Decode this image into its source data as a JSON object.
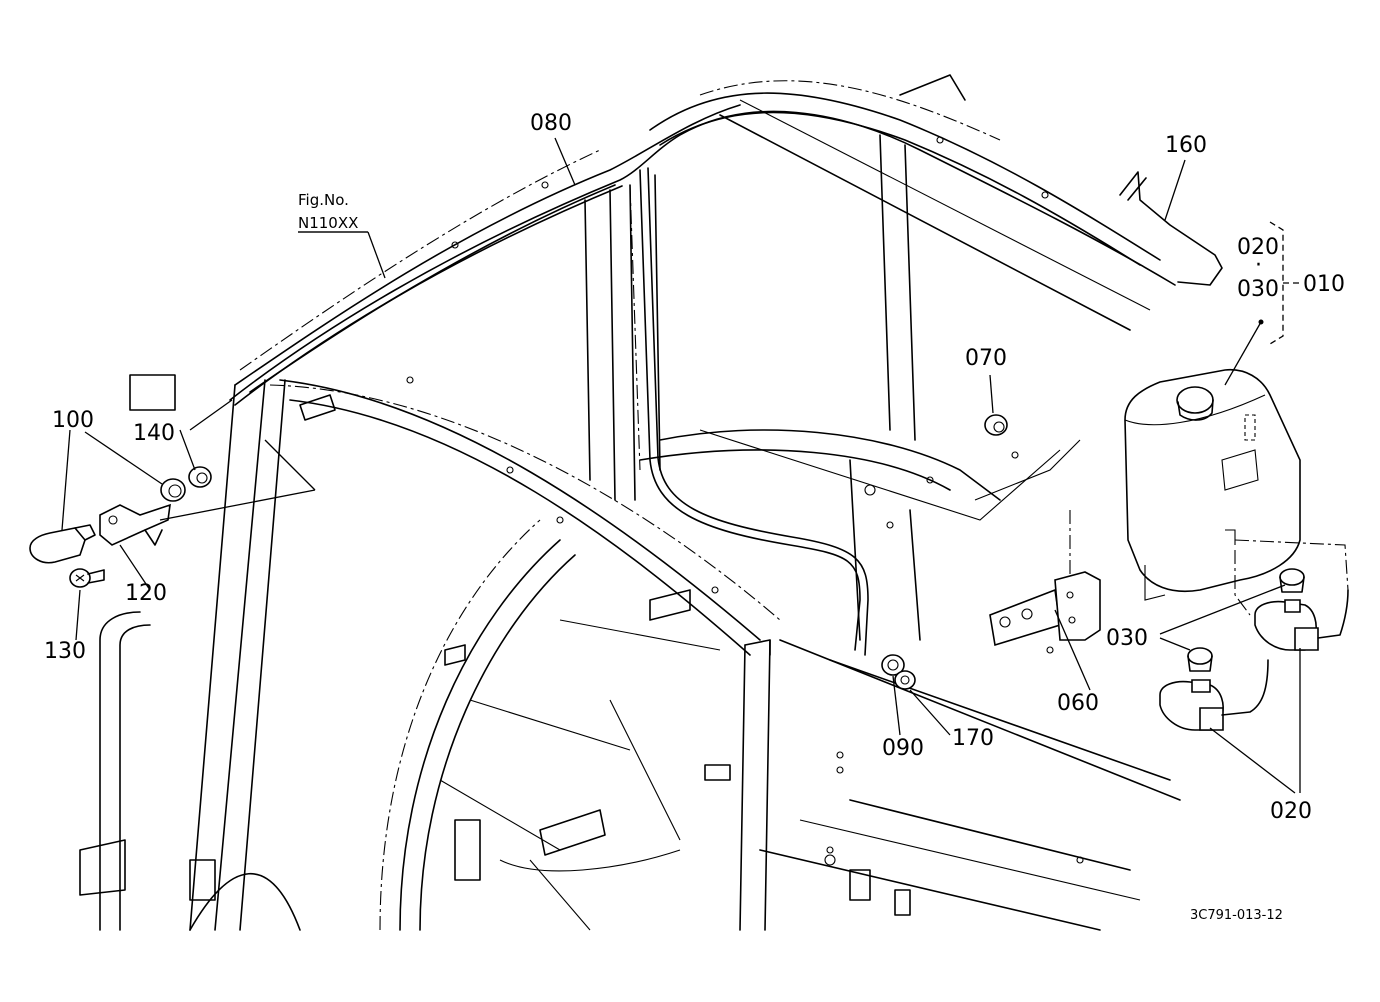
{
  "figure_ref": {
    "line1": "Fig.No.",
    "line2": "N110XX"
  },
  "callouts": {
    "p010": "010",
    "p020_top": "020",
    "p030_top": "030",
    "p020_bottom": "020",
    "p030_mid": "030",
    "p060": "060",
    "p070": "070",
    "p080": "080",
    "p090": "090",
    "p100": "100",
    "p120": "120",
    "p130": "130",
    "p140": "140",
    "p160": "160",
    "p170": "170"
  },
  "drawing_code": "3C791-013-12"
}
